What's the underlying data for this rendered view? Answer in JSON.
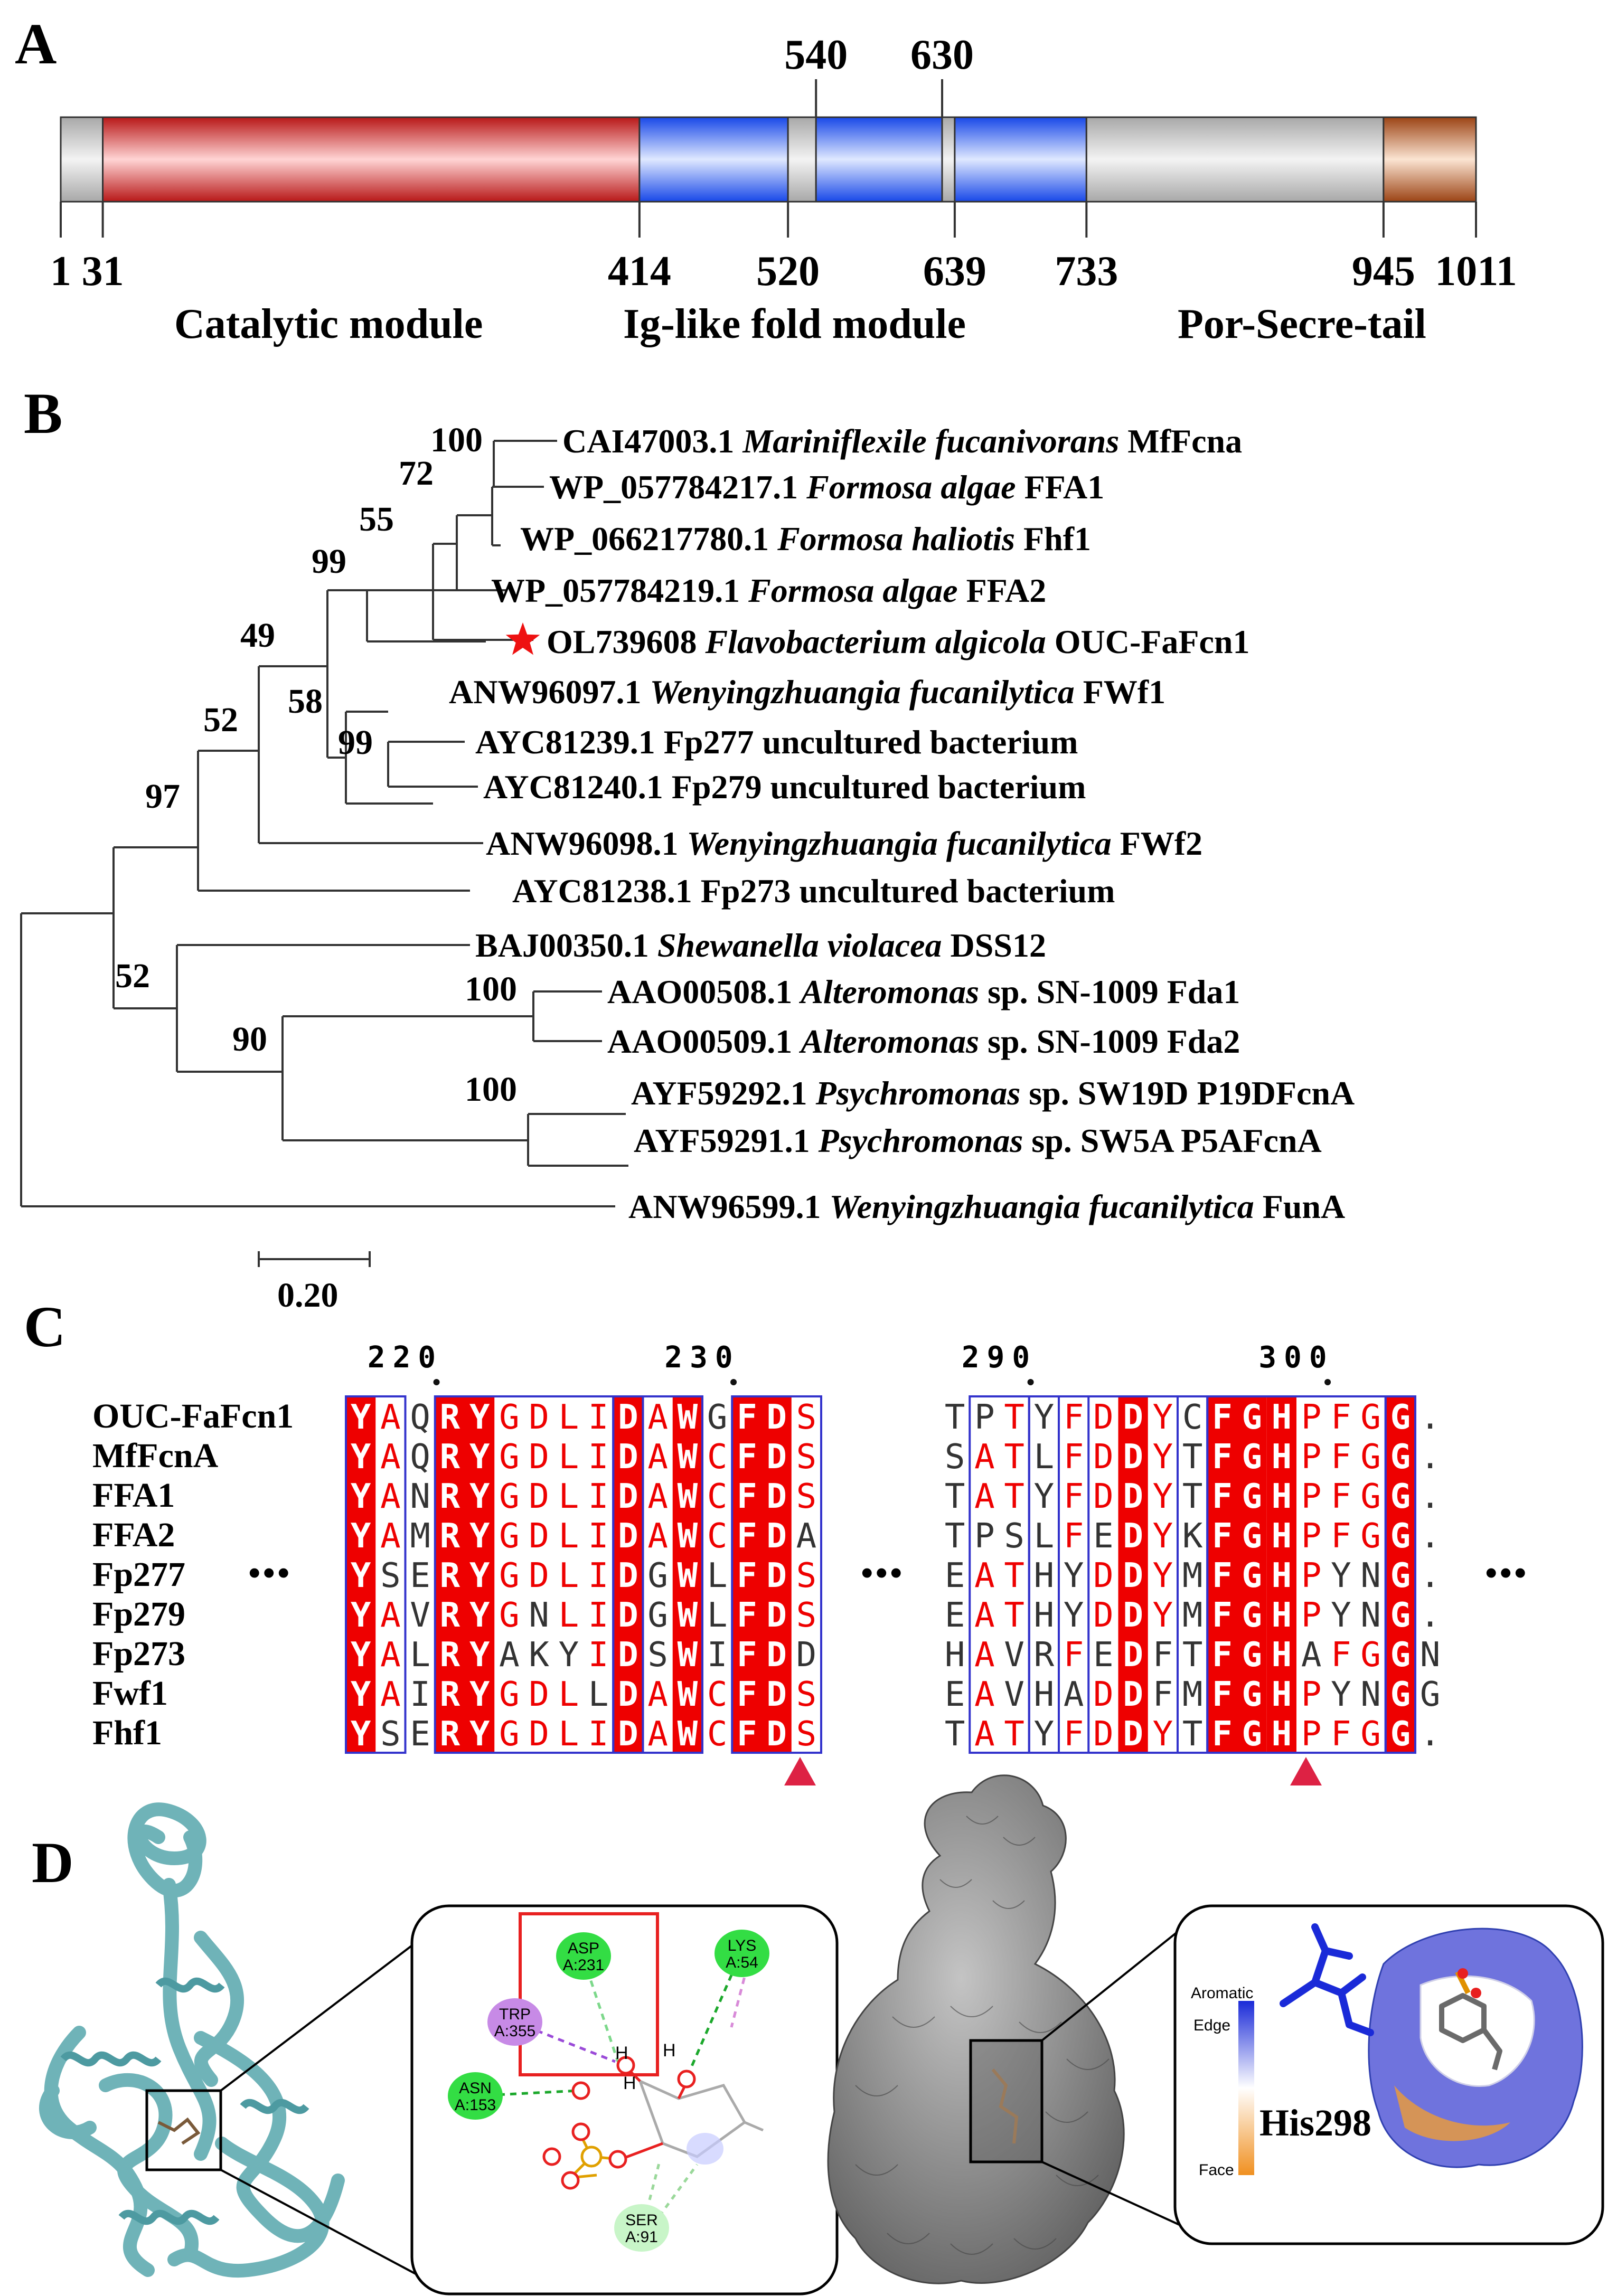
{
  "panels": {
    "A": "A",
    "B": "B",
    "C": "C",
    "D": "D"
  },
  "colors": {
    "catalytic": "#d62828",
    "ig": "#1e5bff",
    "tail": "#b5561f",
    "linker": "#cfcfcf",
    "conserved_bg": "#ee0000",
    "similar_text": "#ee0000",
    "box": "#3333cc",
    "protein": "#6fb3b8",
    "surface": "#8d8d8d"
  },
  "panelA": {
    "positions_below": [
      "1",
      "31",
      "414",
      "520",
      "639",
      "733",
      "945",
      "1011"
    ],
    "positions_above": [
      "540",
      "630"
    ],
    "segments": [
      {
        "start": 1,
        "end": 31,
        "kind": "linker"
      },
      {
        "start": 31,
        "end": 414,
        "kind": "catalytic"
      },
      {
        "start": 414,
        "end": 520,
        "kind": "ig"
      },
      {
        "start": 520,
        "end": 540,
        "kind": "linker"
      },
      {
        "start": 540,
        "end": 630,
        "kind": "ig"
      },
      {
        "start": 630,
        "end": 639,
        "kind": "linker"
      },
      {
        "start": 639,
        "end": 733,
        "kind": "ig"
      },
      {
        "start": 733,
        "end": 945,
        "kind": "linker"
      },
      {
        "start": 945,
        "end": 1011,
        "kind": "tail"
      }
    ],
    "module_labels": [
      "Catalytic module",
      "Ig-like fold module",
      "Por-Secre-tail"
    ]
  },
  "panelB": {
    "taxa": [
      {
        "acc": "CAI47003.1",
        "species": "Mariniflexile fucanivorans",
        "gene": "MfFcna",
        "star": false
      },
      {
        "acc": "WP_057784217.1",
        "species": "Formosa algae",
        "gene": "FFA1",
        "star": false
      },
      {
        "acc": "WP_066217780.1",
        "species": "Formosa haliotis",
        "gene": "Fhf1",
        "star": false
      },
      {
        "acc": "WP_057784219.1",
        "species": "Formosa algae",
        "gene": "FFA2",
        "star": false
      },
      {
        "acc": "OL739608",
        "species": "Flavobacterium algicola",
        "gene": "OUC-FaFcn1",
        "star": true
      },
      {
        "acc": "ANW96097.1",
        "species": "Wenyingzhuangia fucanilytica",
        "gene": "FWf1",
        "star": false
      },
      {
        "acc": "AYC81239.1",
        "species": "",
        "gene": "Fp277 uncultured bacterium",
        "star": false
      },
      {
        "acc": "AYC81240.1",
        "species": "",
        "gene": "Fp279 uncultured bacterium",
        "star": false
      },
      {
        "acc": "ANW96098.1",
        "species": "Wenyingzhuangia fucanilytica",
        "gene": "FWf2",
        "star": false
      },
      {
        "acc": "AYC81238.1",
        "species": "",
        "gene": "Fp273 uncultured bacterium",
        "star": false
      },
      {
        "acc": "BAJ00350.1",
        "species": "Shewanella violacea",
        "gene": "DSS12",
        "star": false
      },
      {
        "acc": "AAO00508.1",
        "species": "Alteromonas",
        "gene": "sp. SN-1009 Fda1",
        "star": false
      },
      {
        "acc": "AAO00509.1",
        "species": "Alteromonas",
        "gene": "sp. SN-1009 Fda2",
        "star": false
      },
      {
        "acc": "AYF59292.1",
        "species": "Psychromonas",
        "gene": "sp. SW19D P19DFcnA",
        "star": false
      },
      {
        "acc": "AYF59291.1",
        "species": "Psychromonas",
        "gene": "sp. SW5A P5AFcnA",
        "star": false
      },
      {
        "acc": "ANW96599.1",
        "species": "Wenyingzhuangia fucanilytica",
        "gene": "FunA",
        "star": false
      }
    ],
    "bootstrap": [
      "100",
      "72",
      "55",
      "99",
      "49",
      "58",
      "99",
      "52",
      "97",
      "52",
      "100",
      "90",
      "100"
    ],
    "scale_label": "0.20"
  },
  "panelC": {
    "names": [
      "OUC-FaFcn1",
      "MfFcnA",
      "FFA1",
      "FFA2",
      "Fp277",
      "Fp279",
      "Fp273",
      "Fwf1",
      "Fhf1"
    ],
    "ruler_left": [
      "220",
      "230"
    ],
    "ruler_right": [
      "290",
      "300"
    ],
    "dots": "...",
    "block1": [
      "YAQRYGDLIDAWGFDS",
      "YAQRYGDLIDAWCFDS",
      "YANRYGDLIDAWCFDS",
      "YAMRYGDLIDAWCFDA",
      "YSERYGDLIDGWLFDS",
      "YAVRYGNLIDGWLFDS",
      "YALRYAKYIDSWIFDD",
      "YAIRYGDLLDAWCFDS",
      "YSERYGDLIDAWCFDS"
    ],
    "block2": [
      "TPTYFDDYCFGHPFGG.",
      "SATLFDDYTFGHPFGG.",
      "TATYFDDYTFGHPFGG.",
      "TPSLFEDYKFGHPFGG.",
      "EATHYDDYMFGHPYNG.",
      "EATHYDDYMFGHPYNG.",
      "HAVRFEDFTFGHAFGGN",
      "EAVHADDFMFGHPYNGG",
      "TATYFDDYTFGHPFGG."
    ]
  },
  "panelD": {
    "residues": [
      {
        "name": "ASP",
        "id": "A:231",
        "color": "#33dd44"
      },
      {
        "name": "LYS",
        "id": "A:54",
        "color": "#33dd44"
      },
      {
        "name": "TRP",
        "id": "A:355",
        "color": "#c78ae6"
      },
      {
        "name": "ASN",
        "id": "A:153",
        "color": "#33dd44"
      },
      {
        "name": "SER",
        "id": "A:91",
        "color": "#c8f5c8"
      }
    ],
    "atom_labels": [
      "H",
      "H",
      "H"
    ],
    "legend_title": "Aromatic",
    "legend_edge": "Edge",
    "legend_face": "Face",
    "residue_label": "His298"
  }
}
